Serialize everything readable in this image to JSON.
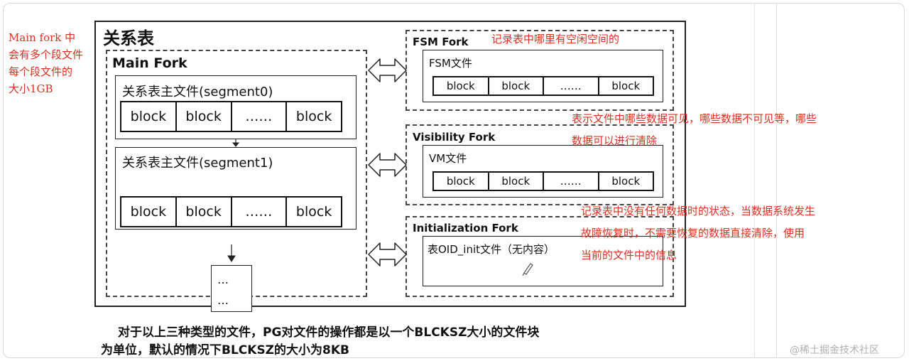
{
  "title": "关系表",
  "main_fork": {
    "label": "Main Fork",
    "segment0": {
      "label": "关系表主文件(segment0)",
      "cells": [
        "block",
        "block",
        "……",
        "block"
      ]
    },
    "segment1": {
      "label": "关系表主文件(segment1)",
      "cells": [
        "block",
        "block",
        "……",
        "block"
      ]
    },
    "more_box": {
      "line1": "…",
      "line2": "…"
    }
  },
  "fsm_fork": {
    "label": "FSM Fork",
    "file_label": "FSM文件",
    "cells": [
      "block",
      "block",
      "……",
      "block"
    ],
    "note": "记录表中哪里有空闲空间的"
  },
  "visibility_fork": {
    "label": "Visibility Fork",
    "file_label": "VM文件",
    "cells": [
      "block",
      "block",
      "……",
      "block"
    ],
    "note_line1": "表示文件中哪些数据可见，哪些数据不可见等，哪些",
    "note_line2": "数据可以进行清除"
  },
  "init_fork": {
    "label": "Initialization Fork",
    "file_label": "表OID_init文件（无内容）",
    "note_line1": "记录表中没有任何数据时的状态，当数据系统发生",
    "note_line2": "故障恢复时，不需要恢复的数据直接清除，使用",
    "note_line3": "当前的文件中的信息"
  },
  "left_note": {
    "line1": "Main fork 中",
    "line2": "会有多个段文件",
    "line3": "每个段文件的",
    "line4": "大小1GB"
  },
  "caption": {
    "line1": "对于以上三种类型的文件，PG对文件的操作都是以一个BLCKSZ大小的文件块",
    "line2": "为单位，默认的情况下BLCKSZ的大小为8KB"
  },
  "watermark": "@稀土掘金技术社区"
}
